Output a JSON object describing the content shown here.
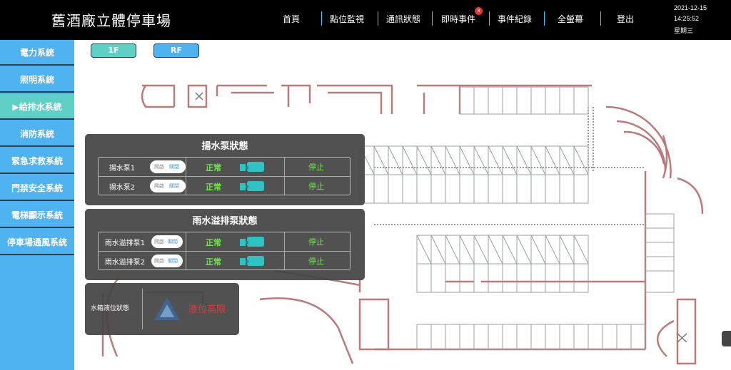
{
  "header": {
    "title": "舊酒廠立體停車場",
    "nav": [
      "首頁",
      "點位監視",
      "通訊狀態",
      "即時事件",
      "事件紀錄",
      "全螢幕",
      "登出"
    ],
    "alert_count": "8",
    "date": "2021-12-15",
    "time": "14:25:52",
    "weekday": "星期三"
  },
  "sidebar": {
    "items": [
      "電力系統",
      "照明系統",
      "▶給排水系統",
      "消防系統",
      "緊急求救系統",
      "門禁安全系統",
      "電梯顯示系統",
      "停車場通風系統"
    ],
    "active_index": 2
  },
  "floors": [
    "1F",
    "RF"
  ],
  "lift_pump": {
    "title": "揚水泵狀態",
    "rows": [
      {
        "name": "揚水泵1",
        "on": "開啟",
        "off": "關閉",
        "status": "正常",
        "state": "停止"
      },
      {
        "name": "揚水泵2",
        "on": "開啟",
        "off": "關閉",
        "status": "正常",
        "state": "停止"
      }
    ]
  },
  "rain_pump": {
    "title": "雨水溢排泵狀態",
    "rows": [
      {
        "name": "雨水溢排泵1",
        "on": "開啟",
        "off": "關閉",
        "status": "正常",
        "state": "停止"
      },
      {
        "name": "雨水溢排泵2",
        "on": "開啟",
        "off": "關閉",
        "status": "正常",
        "state": "停止"
      }
    ]
  },
  "tank": {
    "label": "水箱液位狀態",
    "status": "液位高限"
  },
  "colors": {
    "sidebar": "#4fb3f2",
    "sidebar_active": "#5fd0c6",
    "wall": "#b97a7a",
    "parking": "#9aa0a6",
    "pump": "#2ec4c4",
    "normal": "#6ee84a",
    "alarm": "#e53935"
  }
}
